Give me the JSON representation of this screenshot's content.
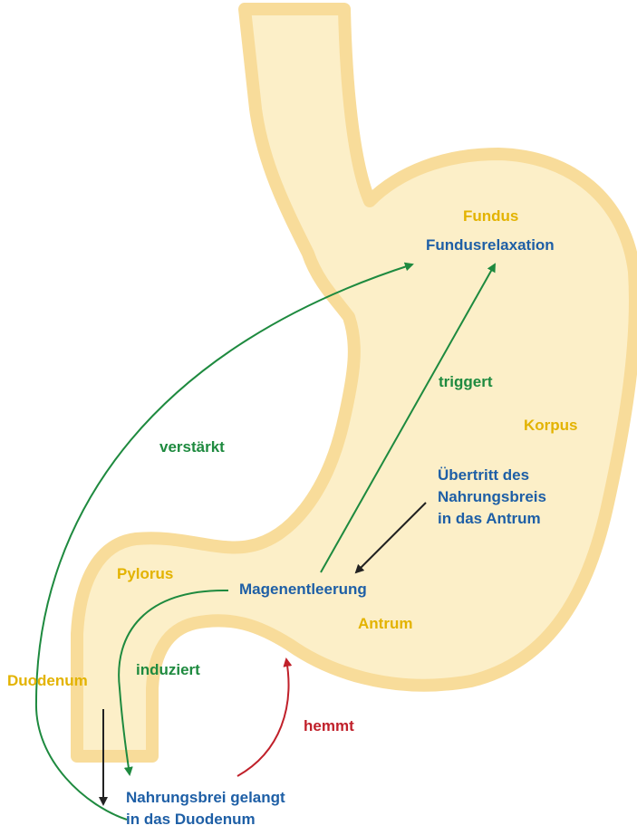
{
  "colors": {
    "organ_fill": "#fcefc8",
    "organ_edge": "#f8dc9a",
    "anatomy_text": "#e3b300",
    "process_text": "#1e5fa6",
    "green": "#1e8a3f",
    "red": "#c0202a",
    "black": "#222222"
  },
  "anatomy": {
    "fundus": "Fundus",
    "korpus": "Korpus",
    "pylorus": "Pylorus",
    "antrum": "Antrum",
    "duodenum": "Duodenum"
  },
  "processes": {
    "fundusrelaxation": "Fundusrelaxation",
    "uebertritt": [
      "Übertritt des",
      "Nahrungsbreis",
      "in das Antrum"
    ],
    "magenentleerung": "Magenentleerung",
    "nahrungsbrei": [
      "Nahrungsbrei gelangt",
      "in das Duodenum"
    ]
  },
  "relations": {
    "verstaerkt": "verstärkt",
    "triggert": "triggert",
    "induziert": "induziert",
    "hemmt": "hemmt"
  },
  "icons": {
    "arrow_green": "arrowhead-green",
    "arrow_red": "arrowhead-red",
    "arrow_black": "arrowhead-black"
  }
}
